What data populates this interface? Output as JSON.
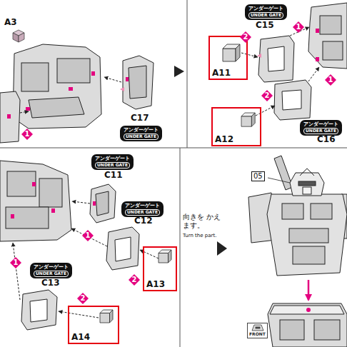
{
  "diagram": {
    "nodes": [
      {
        "text": [
          "アンダーゲート",
          "UNDER GATE"
        ]
      },
      {
        "text": [
          "1"
        ]
      },
      {
        "text": [
          "アンダーゲート",
          "UNDER GATE"
        ]
      },
      {
        "text": [
          "1"
        ]
      },
      {
        "text": [
          "A11"
        ]
      },
      {
        "text": [
          "2"
        ]
      },
      {
        "text": [
          "アンダーゲート",
          "UNDER GATE"
        ]
      },
      {
        "text": [
          "1"
        ]
      },
      {
        "text": [
          "A12"
        ]
      },
      {
        "text": [
          "2"
        ]
      },
      {
        "text": [
          "アンダーゲート",
          "UNDER GATE"
        ]
      },
      {
        "text": [
          "1"
        ]
      },
      {
        "text": [
          "アンダーゲート",
          "UNDER GATE"
        ]
      },
      {
        "text": [
          "A13"
        ]
      },
      {
        "text": [
          "2"
        ]
      },
      {
        "text": [
          "アンダーゲート",
          "UNDER GATE"
        ]
      },
      {
        "text": [
          "1"
        ]
      },
      {
        "text": [
          "A14"
        ]
      },
      {
        "text": [
          "2"
        ]
      },
      {
        "text": [
          "05"
        ]
      },
      {
        "text": [
          "FRONT"
        ]
      }
    ],
    "labels": [
      "A3",
      "C17",
      "C15",
      "C16",
      "C11",
      "C12",
      "C13",
      "向きを かえます。",
      "Turn the part."
    ]
  }
}
